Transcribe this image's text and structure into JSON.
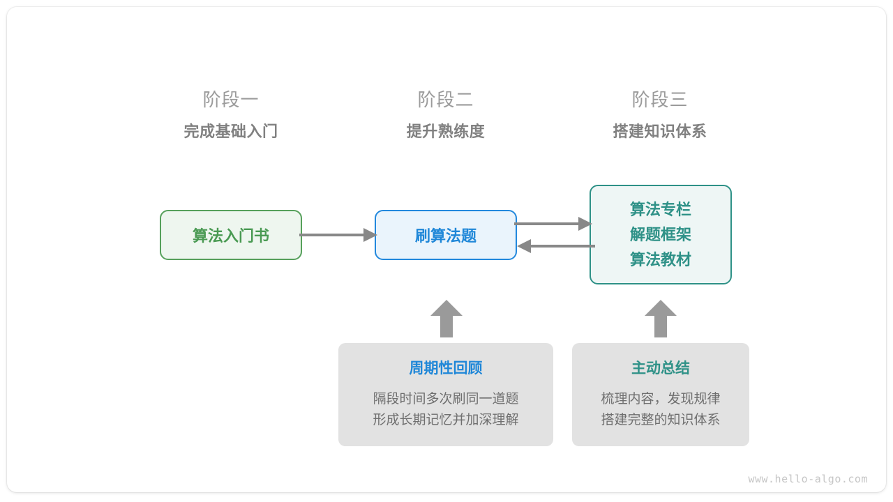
{
  "diagram": {
    "title": "algorithm-learning-roadmap",
    "colors": {
      "green": "#4a9a53",
      "green_border": "#56a05b",
      "green_fill": "#eef6ef",
      "blue": "#1f87d8",
      "blue_border": "#2288dd",
      "blue_fill": "#eaf4fc",
      "teal": "#2e9187",
      "teal_fill": "#eef6f5",
      "grey_card": "#e2e2e2",
      "grey_text": "#6f6f6f",
      "arrow": "#888888",
      "stage_num": "#9b9b9b",
      "stage_title": "#808080",
      "watermark": "#c6c6c6"
    },
    "stages": [
      {
        "number": "阶段一",
        "title": "完成基础入门"
      },
      {
        "number": "阶段二",
        "title": "提升熟练度"
      },
      {
        "number": "阶段三",
        "title": "搭建知识体系"
      }
    ],
    "nodes": [
      {
        "id": "book",
        "label": "算法入门书"
      },
      {
        "id": "practice",
        "label": "刷算法题"
      },
      {
        "id": "knowledge",
        "lines": [
          "算法专栏",
          "解题框架",
          "算法教材"
        ]
      }
    ],
    "cards": [
      {
        "id": "review",
        "title": "周期性回顾",
        "lines": [
          "隔段时间多次刷同一道题",
          "形成长期记忆并加深理解"
        ]
      },
      {
        "id": "summary",
        "title": "主动总结",
        "lines": [
          "梳理内容，发现规律",
          "搭建完整的知识体系"
        ]
      }
    ],
    "arrows": [
      {
        "id": "book-to-practice",
        "direction": "right"
      },
      {
        "id": "practice-to-knowledge",
        "direction": "right"
      },
      {
        "id": "knowledge-to-practice",
        "direction": "left"
      },
      {
        "id": "review-to-practice",
        "direction": "up"
      },
      {
        "id": "summary-to-knowledge",
        "direction": "up"
      }
    ],
    "watermark": "www.hello-algo.com"
  }
}
